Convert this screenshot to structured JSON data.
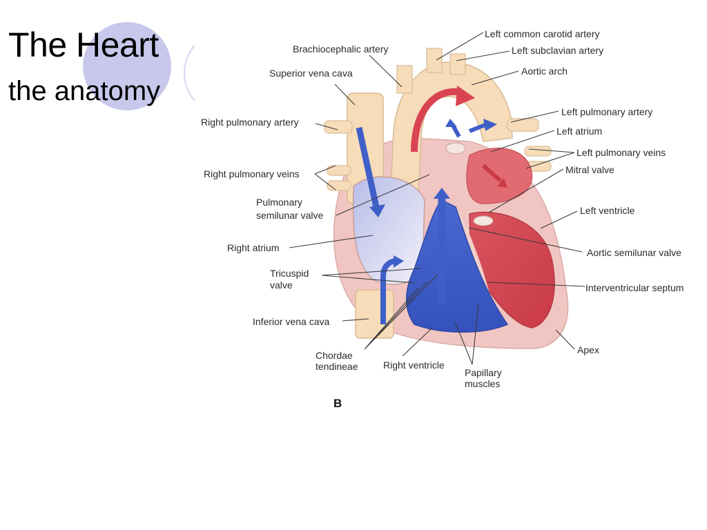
{
  "slide": {
    "title": "The Heart",
    "subtitle": "the anatomy"
  },
  "diagram": {
    "figure_letter": "B",
    "labels": {
      "left_common_carotid_artery": "Left common carotid artery",
      "brachiocephalic_artery": "Brachiocephalic artery",
      "left_subclavian_artery": "Left subclavian artery",
      "superior_vena_cava": "Superior vena cava",
      "aortic_arch": "Aortic arch",
      "left_pulmonary_artery": "Left pulmonary artery",
      "right_pulmonary_artery": "Right pulmonary artery",
      "left_atrium": "Left atrium",
      "left_pulmonary_veins": "Left pulmonary veins",
      "right_pulmonary_veins": "Right pulmonary veins",
      "mitral_valve": "Mitral valve",
      "pulmonary_semilunar_valve_line1": "Pulmonary",
      "pulmonary_semilunar_valve_line2": "semilunar valve",
      "left_ventricle": "Left ventricle",
      "right_atrium": "Right atrium",
      "aortic_semilunar_valve": "Aortic semilunar valve",
      "tricuspid_valve_line1": "Tricuspid",
      "tricuspid_valve_line2": "valve",
      "interventricular_septum": "Interventricular septum",
      "inferior_vena_cava": "Inferior vena cava",
      "apex": "Apex",
      "chordae_tendineae_line1": "Chordae",
      "chordae_tendineae_line2": "tendineae",
      "right_ventricle": "Right ventricle",
      "papillary_muscles_line1": "Papillary",
      "papillary_muscles_line2": "muscles"
    },
    "colors": {
      "deoxygenated_flow": "#3f5fc8",
      "oxygenated_flow": "#d94452",
      "vessel_tissue": "#f6dcb8",
      "muscle_tissue": "#eeb7b4"
    }
  }
}
